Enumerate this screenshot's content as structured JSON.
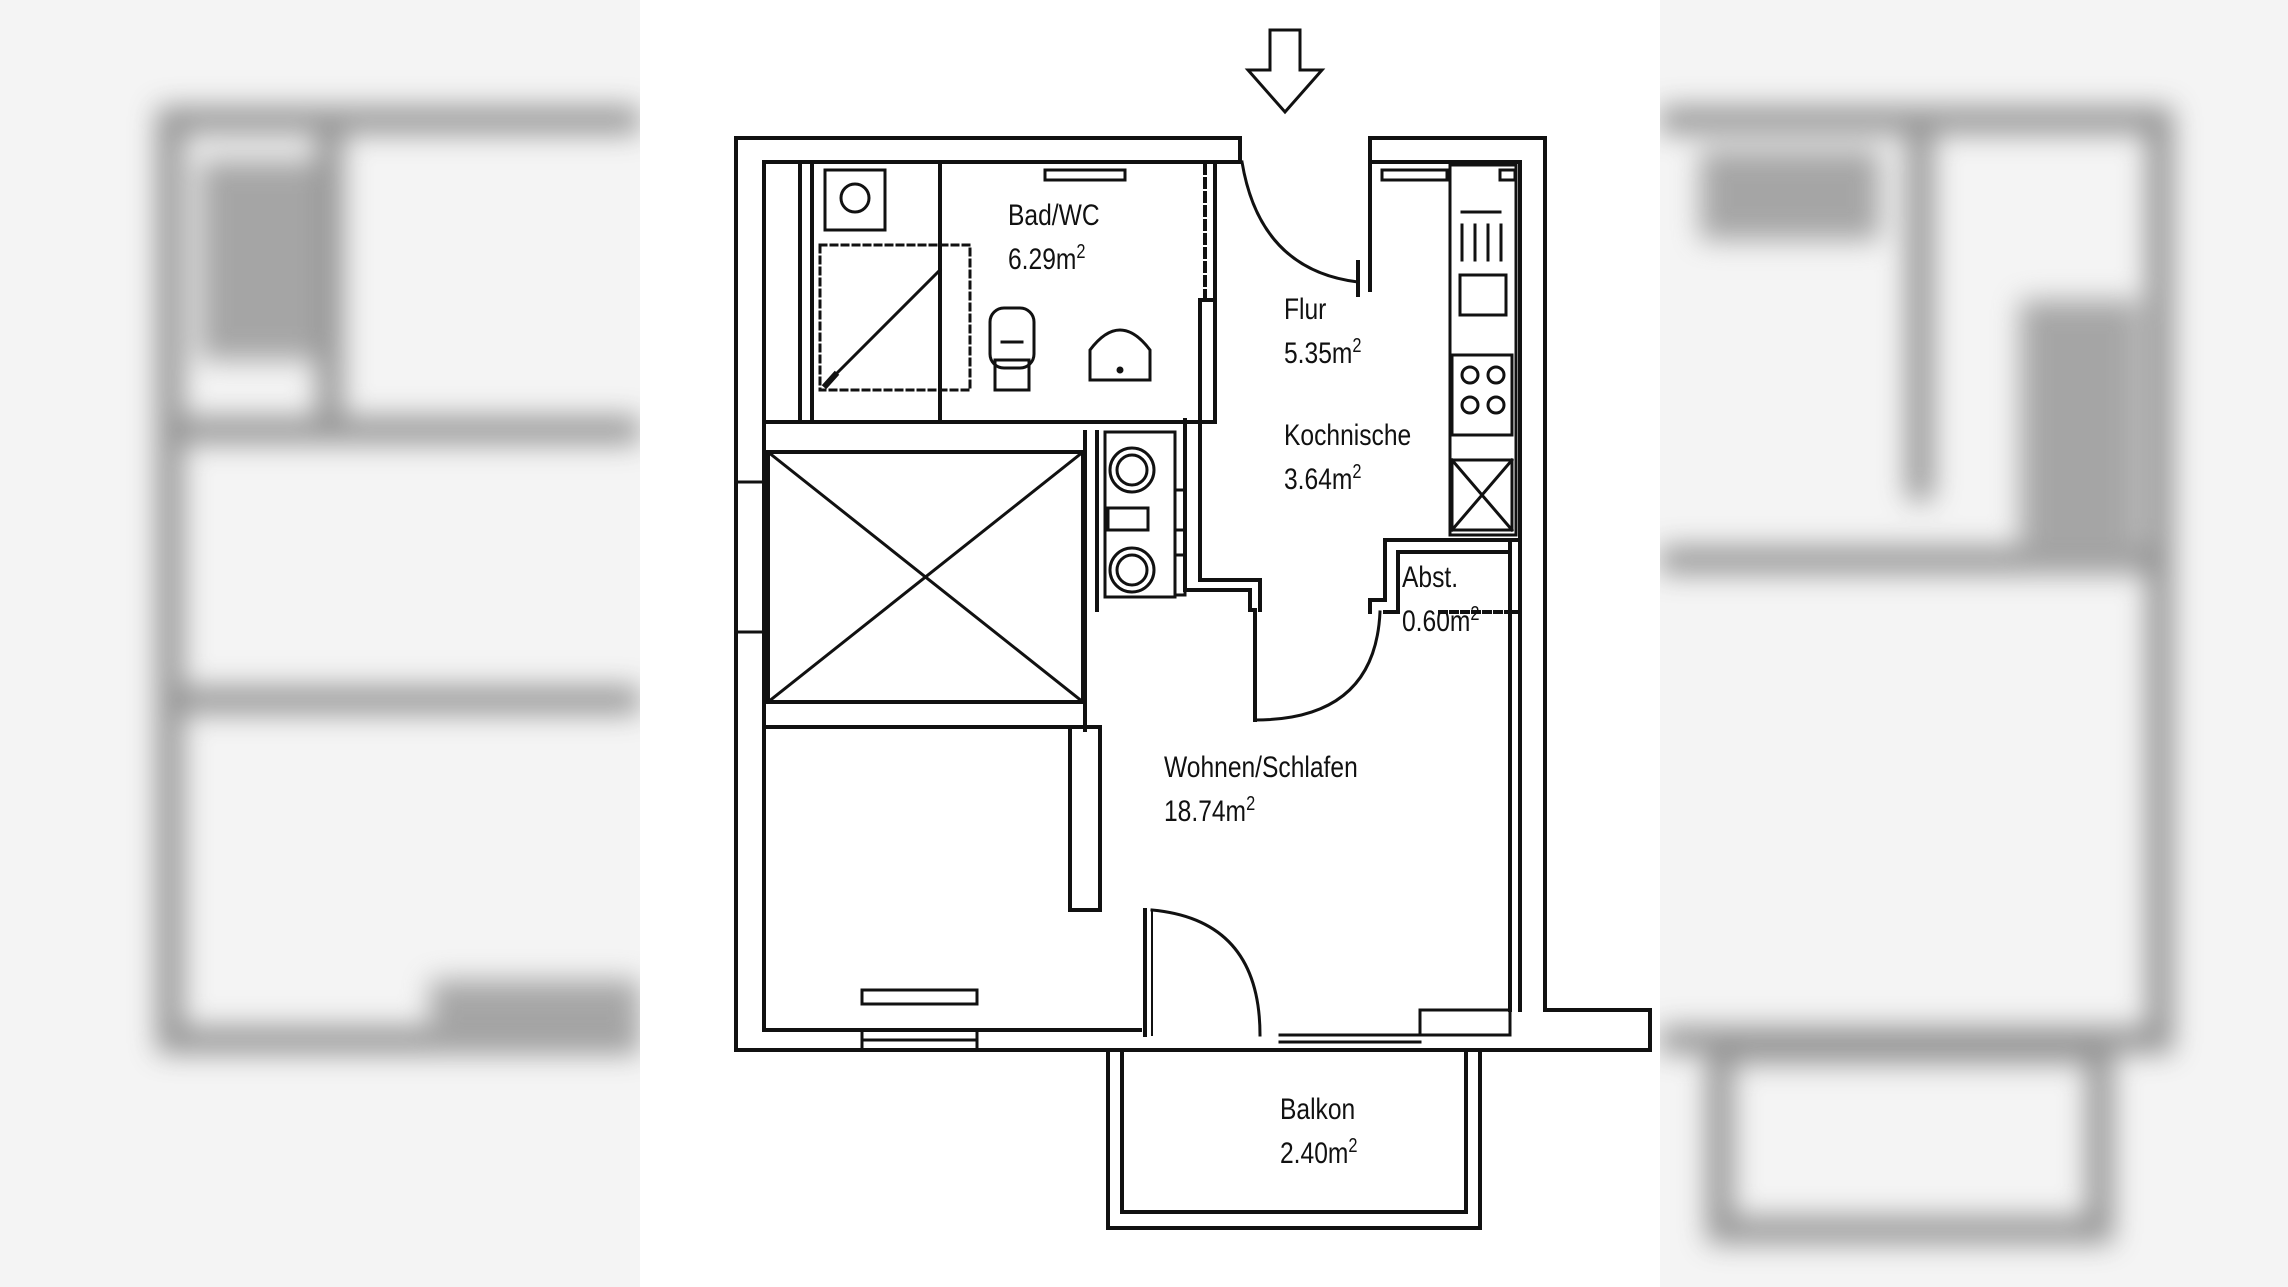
{
  "rooms": [
    {
      "id": "bad-wc",
      "name": "Bad/WC",
      "area": "6.29m",
      "unit_exp": "2"
    },
    {
      "id": "flur",
      "name": "Flur",
      "area": "5.35m",
      "unit_exp": "2"
    },
    {
      "id": "kochnische",
      "name": "Kochnische",
      "area": "3.64m",
      "unit_exp": "2"
    },
    {
      "id": "abst",
      "name": "Abst.",
      "area": "0.60m",
      "unit_exp": "2"
    },
    {
      "id": "wohnen",
      "name": "Wohnen/Schlafen",
      "area": "18.74m",
      "unit_exp": "2"
    },
    {
      "id": "balkon",
      "name": "Balkon",
      "area": "2.40m",
      "unit_exp": "2"
    }
  ],
  "icons": {
    "entrance": "arrow-down-icon",
    "shower": "shower-icon",
    "toilet": "toilet-icon",
    "sink": "sink-icon",
    "stove": "stove-icon",
    "washer": "washing-machine-icon"
  },
  "colors": {
    "line": "#111111",
    "background": "#ffffff",
    "blur_panel": "#f4f4f4"
  }
}
